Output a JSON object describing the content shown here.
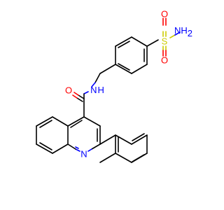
{
  "atoms": {
    "nh2": {
      "text": "NH",
      "sub": "2",
      "color": "#0000ff"
    },
    "s": {
      "text": "S",
      "color": "#cccc00"
    },
    "o_top": {
      "text": "O",
      "color": "#ff0000"
    },
    "o_bottom": {
      "text": "O",
      "color": "#ff0000"
    },
    "amide_nh": {
      "text": "N",
      "sub_h": "H",
      "color": "#0000ff"
    },
    "amide_o": {
      "text": "O",
      "color": "#ff0000"
    },
    "ring_n": {
      "text": "N",
      "color": "#0000ff"
    }
  }
}
